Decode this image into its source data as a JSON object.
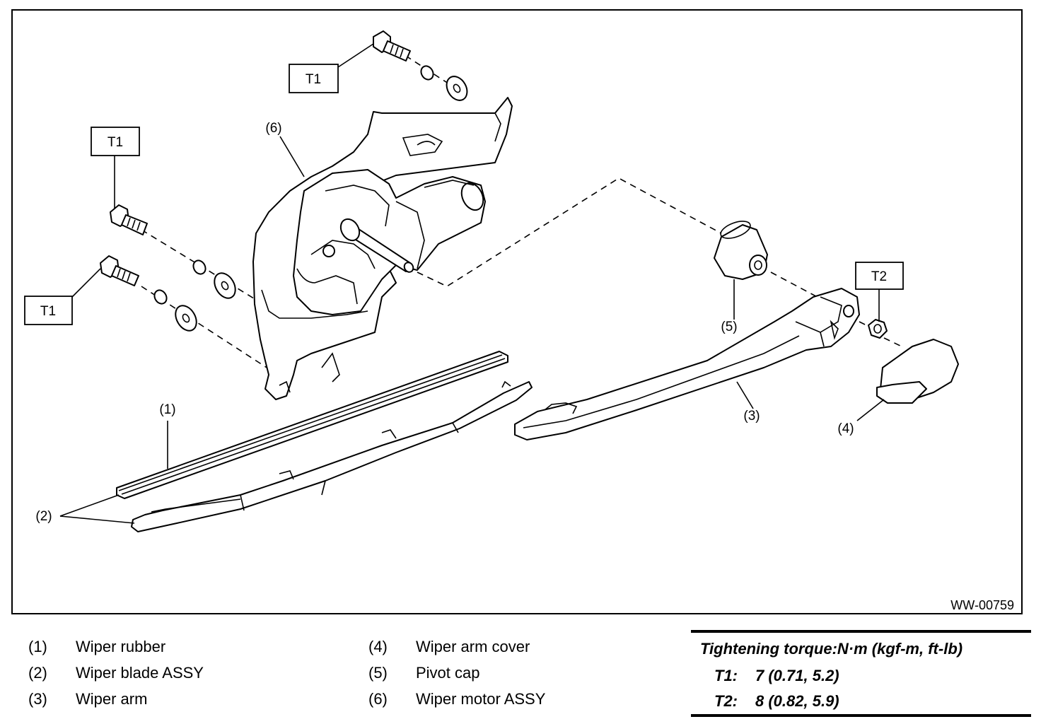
{
  "figure_id": "WW-00759",
  "callouts": {
    "c1": "(1)",
    "c2": "(2)",
    "c3": "(3)",
    "c4": "(4)",
    "c5": "(5)",
    "c6": "(6)"
  },
  "torque_labels": {
    "t1": "T1",
    "t2": "T2"
  },
  "legend": [
    {
      "num": "(1)",
      "name": "Wiper rubber"
    },
    {
      "num": "(2)",
      "name": "Wiper blade ASSY"
    },
    {
      "num": "(3)",
      "name": "Wiper arm"
    },
    {
      "num": "(4)",
      "name": "Wiper arm cover"
    },
    {
      "num": "(5)",
      "name": "Pivot cap"
    },
    {
      "num": "(6)",
      "name": "Wiper motor ASSY"
    }
  ],
  "torque": {
    "title": "Tightening torque:N·m (kgf-m, ft-lb)",
    "rows": [
      {
        "key": "T1:",
        "value": "7 (0.71, 5.2)"
      },
      {
        "key": "T2:",
        "value": "8 (0.82, 5.9)"
      }
    ]
  }
}
